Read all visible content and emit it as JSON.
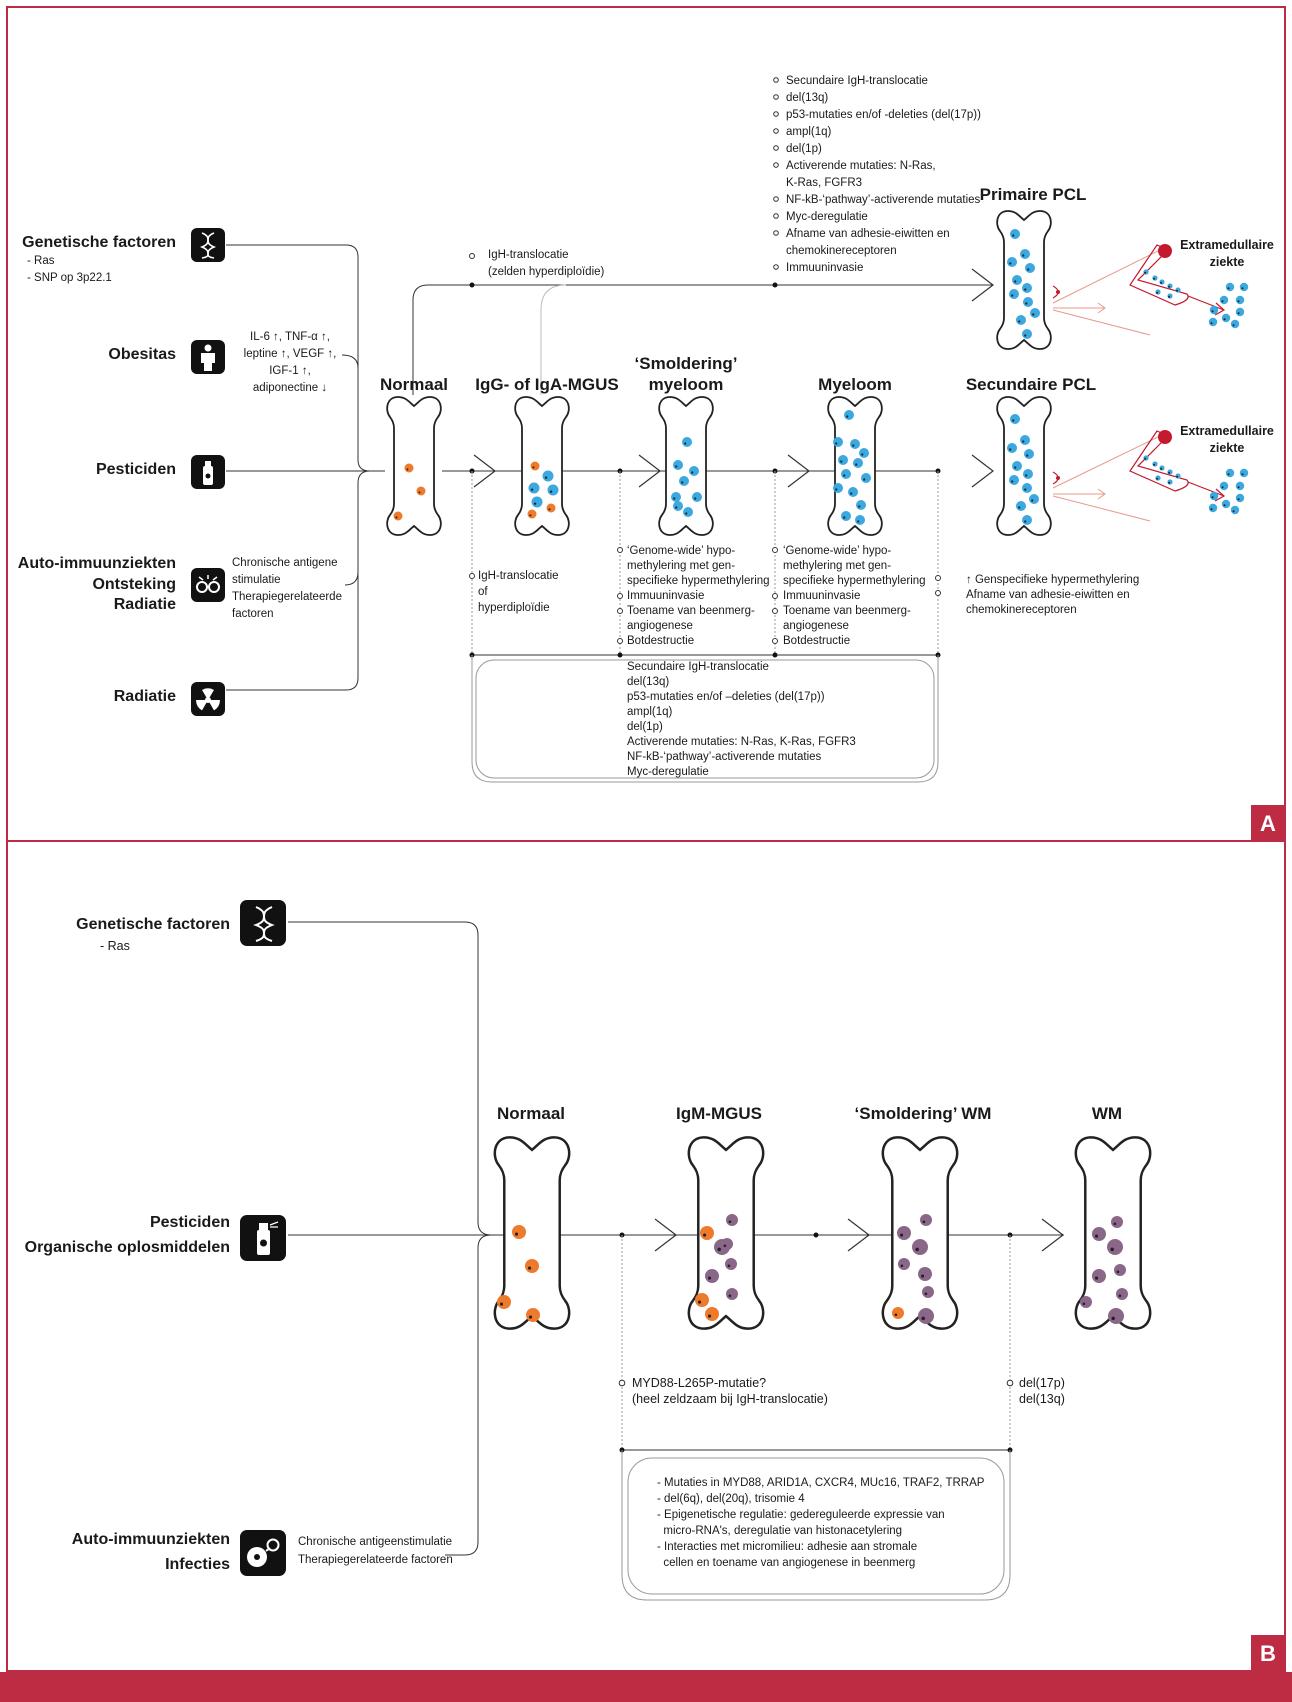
{
  "colors": {
    "frame": "#be2c44",
    "normal_cell": "#ee7a2b",
    "myeloma_cell": "#3ba8df",
    "wm_cell": "#8a6788",
    "extramedullary": "#c4192f",
    "line": "#333333"
  },
  "panel_a": {
    "badge": "A",
    "factors": [
      {
        "title_lines": [
          "Genetische factoren"
        ],
        "sub_lines": [
          "- Ras",
          "- SNP op 3p22.1"
        ],
        "icon": "dna-icon"
      },
      {
        "title_lines": [
          "Obesitas"
        ],
        "sub_lines": [
          "IL-6 ↑, TNF-α ↑,",
          "leptine ↑, VEGF ↑,",
          "IGF-1 ↑,",
          "adiponectine ↓"
        ],
        "icon": "person-icon"
      },
      {
        "title_lines": [
          "Pesticiden"
        ],
        "sub_lines": [],
        "icon": "spray-can-icon"
      },
      {
        "title_lines": [
          "Auto-immuunziekten",
          "Ontsteking",
          "Radiatie"
        ],
        "sub_lines": [
          "Chronische antigene",
          "stimulatie",
          "Therapiegerelateerde",
          "factoren"
        ],
        "icon": "inflammation-icon"
      },
      {
        "title_lines": [
          "Radiatie"
        ],
        "sub_lines": [],
        "icon": "radiation-icon"
      }
    ],
    "stages": [
      {
        "title_lines": [
          "Normaal"
        ]
      },
      {
        "title_lines": [
          "IgG- of IgA-MGUS"
        ]
      },
      {
        "title_lines": [
          "‘Smoldering’",
          "myeloom"
        ]
      },
      {
        "title_lines": [
          "Myeloom"
        ]
      },
      {
        "title_lines": [
          "Secundaire PCL"
        ]
      },
      {
        "title_lines": [
          "Primaire PCL"
        ]
      }
    ],
    "extramedullary_label": [
      "Extramedullaire",
      "ziekte"
    ],
    "top_translocation": [
      "IgH-translocatie",
      "(zelden hyperdiploïdie)"
    ],
    "top_list": [
      "Secundaire IgH-translocatie",
      "del(13q)",
      "p53-mutaties en/of -deleties (del(17p))",
      "ampl(1q)",
      "del(1p)",
      "Activerende mutaties: N-Ras,",
      "K-Ras, FGFR3",
      "NF-kB-‘pathway’-activerende mutaties",
      "Myc-deregulatie",
      "Afname van adhesie-eiwitten en",
      "chemokinereceptoren",
      "Immuuninvasie"
    ],
    "mgus_note": [
      "IgH-translocatie",
      "of",
      "hyperdiploïdie"
    ],
    "smoldering_notes": [
      "‘Genome-wide’ hypo-",
      "methylering met gen-",
      "specifieke hypermethylering",
      "Immuuninvasie",
      "Toename van beenmerg-",
      "angiogenese",
      "Botdestructie"
    ],
    "myeloma_notes": [
      "‘Genome-wide’ hypo-",
      "methylering met gen-",
      "specifieke hypermethylering",
      "Immuuninvasie",
      "Toename van beenmerg-",
      "angiogenese",
      "Botdestructie"
    ],
    "pcl_notes": [
      "↑ Genspecifieke hypermethylering",
      "Afname van adhesie-eiwitten en",
      "chemokinereceptoren"
    ],
    "box_list": [
      "Secundaire IgH-translocatie",
      "del(13q)",
      "p53-mutaties en/of –deleties (del(17p))",
      "ampl(1q)",
      "del(1p)",
      "Activerende mutaties: N-Ras, K-Ras, FGFR3",
      "NF-kB-‘pathway’-activerende mutaties",
      "Myc-deregulatie"
    ]
  },
  "panel_b": {
    "badge": "B",
    "factors": [
      {
        "title_lines": [
          "Genetische factoren"
        ],
        "sub_lines": [
          "- Ras"
        ],
        "icon": "dna-icon"
      },
      {
        "title_lines": [
          "Pesticiden",
          "Organische oplosmiddelen"
        ],
        "sub_lines": [],
        "icon": "spray-can-icon"
      },
      {
        "title_lines": [
          "Auto-immuunziekten",
          "Infecties"
        ],
        "sub_lines": [
          "Chronische antigeenstimulatie",
          "Therapiegerelateerde factoren"
        ],
        "icon": "infection-icon"
      }
    ],
    "stages": [
      {
        "title_lines": [
          "Normaal"
        ]
      },
      {
        "title_lines": [
          "IgM-MGUS"
        ]
      },
      {
        "title_lines": [
          "‘Smoldering’ WM"
        ]
      },
      {
        "title_lines": [
          "WM"
        ]
      }
    ],
    "mgus_notes": [
      "MYD88-L265P-mutatie?",
      "(heel zeldzaam bij IgH-translocatie)"
    ],
    "wm_notes": [
      "del(17p)",
      "del(13q)"
    ],
    "box_list": [
      "- Mutaties in MYD88, ARID1A, CXCR4, MUc16, TRAF2, TRRAP",
      "- del(6q), del(20q), trisomie 4",
      "- Epigenetische regulatie: gedereguleerde expressie van",
      "  micro-RNA's, deregulatie van histonacetylering",
      "- Interacties met micromilieu: adhesie aan stromale",
      "  cellen en toename van angiogenese in beenmerg"
    ]
  }
}
